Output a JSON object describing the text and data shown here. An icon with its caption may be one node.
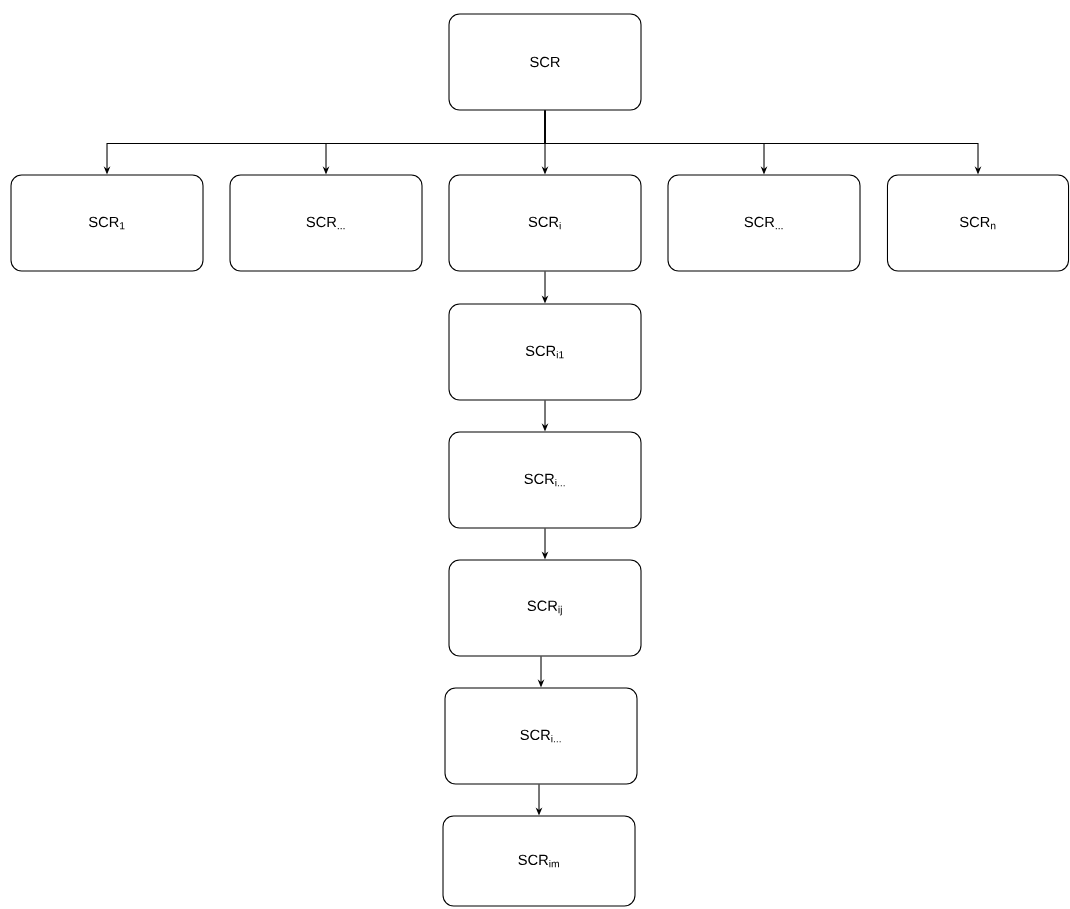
{
  "diagram": {
    "nodes": [
      {
        "text": [
          "SCR"
        ]
      },
      {
        "text": [
          "SCR$_{1}$"
        ]
      },
      {
        "text": [
          "SCR$_{...}$"
        ]
      },
      {
        "text": [
          "SCR$_{i}$"
        ]
      },
      {
        "text": [
          "SCR$_{...}$"
        ]
      },
      {
        "text": [
          "SCR$_{n}$"
        ]
      },
      {
        "text": [
          "SCR$_{i1}$"
        ]
      },
      {
        "text": [
          "SCR$_{i...}$"
        ]
      },
      {
        "text": [
          "SCR$_{ij}$"
        ]
      },
      {
        "text": [
          "SCR$_{i...}$"
        ]
      },
      {
        "text": [
          "SCR$_{im}$"
        ]
      }
    ],
    "edges": [
      {
        "from": 0,
        "to": 1,
        "arrow": "to"
      },
      {
        "from": 0,
        "to": 2,
        "arrow": "to"
      },
      {
        "from": 0,
        "to": 3,
        "arrow": "to"
      },
      {
        "from": 0,
        "to": 4,
        "arrow": "to"
      },
      {
        "from": 0,
        "to": 5,
        "arrow": "to"
      },
      {
        "from": 3,
        "to": 6,
        "arrow": "to"
      },
      {
        "from": 6,
        "to": 7,
        "arrow": "to"
      },
      {
        "from": 7,
        "to": 8,
        "arrow": "to"
      },
      {
        "from": 8,
        "to": 9,
        "arrow": "to"
      },
      {
        "from": 9,
        "to": 10,
        "arrow": "to"
      }
    ]
  }
}
